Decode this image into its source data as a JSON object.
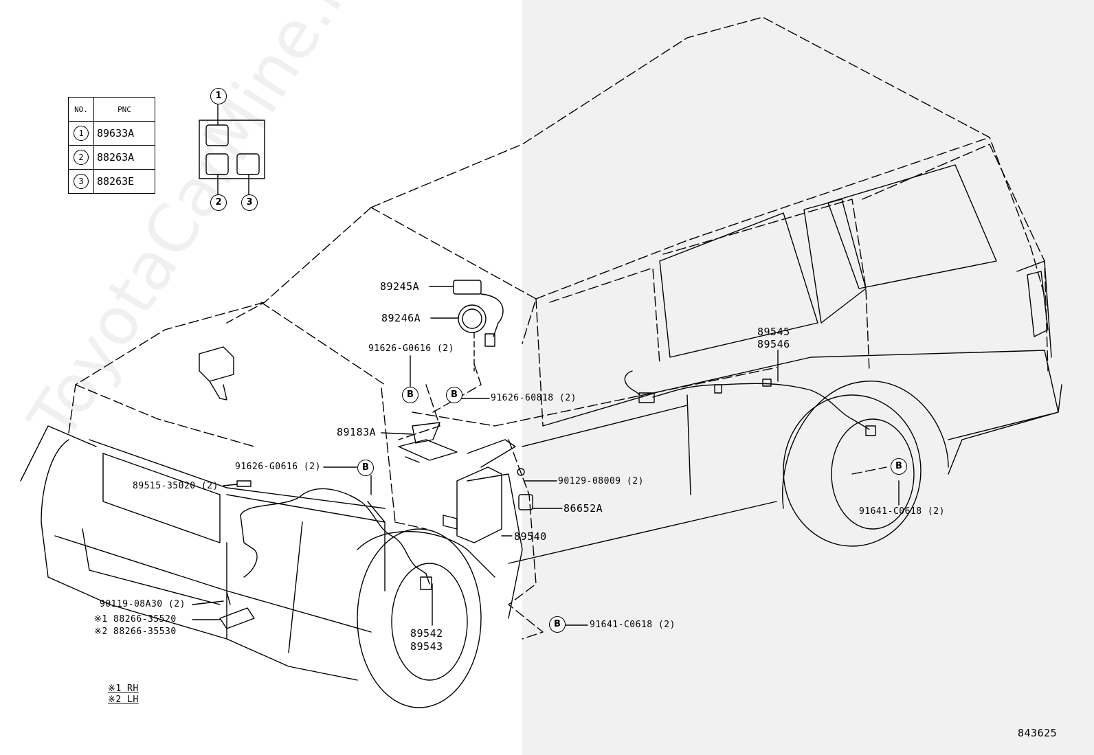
{
  "table": {
    "header_no": "NO.",
    "header_pnc": "PNC",
    "rows": [
      {
        "no": "1",
        "pnc": "89633A"
      },
      {
        "no": "2",
        "pnc": "88263A"
      },
      {
        "no": "3",
        "pnc": "88263E"
      }
    ]
  },
  "legend_diagram": {
    "c1": "1",
    "c2": "2",
    "c3": "3"
  },
  "labels": {
    "l89245A": "89245A",
    "l89246A": "89246A",
    "l91626_G0616_top": "91626-G0616 (2)",
    "l91626_60818": "91626-60818 (2)",
    "l89183A": "89183A",
    "l91626_G0616_mid": "91626-G0616 (2)",
    "l89515": "89515-35020 (2)",
    "l90129": "90129-08009 (2)",
    "l86652A": "86652A",
    "l89540": "89540",
    "l90119": "90119-08A30 (2)",
    "l88266_1": "※1 88266-35520",
    "l88266_2": "※2 88266-35530",
    "l89542": "89542",
    "l89543": "89543",
    "l91641_front": "91641-C0618 (2)",
    "l89545": "89545",
    "l89546": "89546",
    "l91641_rear": "91641-C0618 (2)",
    "note_rh": "※1 RH",
    "note_lh": "※2 LH",
    "diagram_no": "843625",
    "b_marker": "B"
  },
  "watermark": "ToyotaCarMine.ru"
}
